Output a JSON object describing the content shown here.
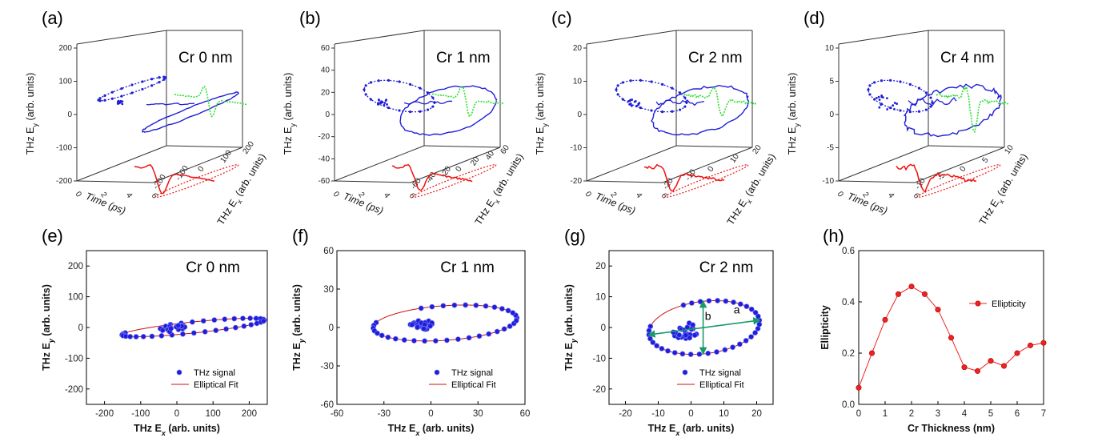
{
  "panel_labels": [
    "(a)",
    "(b)",
    "(c)",
    "(d)",
    "(e)",
    "(f)",
    "(g)",
    "(h)"
  ],
  "colors": {
    "signal": "#1f1fd8",
    "green": "#2fe02f",
    "red": "#ee1111",
    "fit": "#cc1111",
    "ellipse_arrows": "#1a9a6a",
    "ellipticity": "#ee2222"
  },
  "chart_data": [
    {
      "type": "line3d",
      "panel": "(a)",
      "annotation": "Cr 0 nm",
      "xlabel": "Time (ps)",
      "ylabel": "THz E_y (arb. units)",
      "zlabel": "THz E_x (arb. units)",
      "time_ticks": [
        "0",
        "2",
        "4",
        "6"
      ],
      "ex_ticks": [
        "200",
        "100",
        "0",
        "-100",
        "-200"
      ],
      "ey_ticks": [
        "200",
        "100",
        "0",
        "-100",
        "-200"
      ],
      "xlim": [
        0,
        6
      ],
      "ylim": [
        -220,
        220
      ],
      "zlim": [
        -220,
        220
      ],
      "ellipse": {
        "a": 210,
        "b": 30,
        "tilt_deg": 8,
        "cx": 40,
        "cy": 0
      }
    },
    {
      "type": "line3d",
      "panel": "(b)",
      "annotation": "Cr 1 nm",
      "xlabel": "Time (ps)",
      "ylabel": "THz E_y (arb. units)",
      "zlabel": "THz E_x (arb. units)",
      "time_ticks": [
        "0",
        "2",
        "4",
        "6"
      ],
      "ex_ticks": [
        "60",
        "40",
        "20",
        "0",
        "-20",
        "-40",
        "-60"
      ],
      "ey_ticks": [
        "60",
        "40",
        "20",
        "0",
        "-20",
        "-40",
        "-60"
      ],
      "xlim": [
        0,
        6
      ],
      "ylim": [
        -60,
        60
      ],
      "zlim": [
        -60,
        60
      ],
      "ellipse": {
        "a": 45,
        "b": 18,
        "tilt_deg": 5,
        "cx": 10,
        "cy": 2
      }
    },
    {
      "type": "line3d",
      "panel": "(c)",
      "annotation": "Cr 2 nm",
      "xlabel": "Time (ps)",
      "ylabel": "THz E_y (arb. units)",
      "zlabel": "THz E_x (arb. units)",
      "time_ticks": [
        "0",
        "2",
        "4",
        "6"
      ],
      "ex_ticks": [
        "20",
        "10",
        "0",
        "-10",
        "-20"
      ],
      "ey_ticks": [
        "20",
        "10",
        "0",
        "-10",
        "-20"
      ],
      "xlim": [
        0,
        6
      ],
      "ylim": [
        -20,
        20
      ],
      "zlim": [
        -20,
        20
      ],
      "ellipse": {
        "a": 17,
        "b": 8,
        "tilt_deg": 5,
        "cx": 4,
        "cy": 1
      }
    },
    {
      "type": "line3d",
      "panel": "(d)",
      "annotation": "Cr 4 nm",
      "xlabel": "Time (ps)",
      "ylabel": "THz E_y (arb. units)",
      "zlabel": "THz E_x (arb. units)",
      "time_ticks": [
        "0",
        "2",
        "4",
        "6"
      ],
      "ex_ticks": [
        "10",
        "5",
        "0",
        "-5",
        "-10"
      ],
      "ey_ticks": [
        "10",
        "5",
        "0",
        "-5",
        "-10"
      ],
      "xlim": [
        0,
        6
      ],
      "ylim": [
        -10,
        10
      ],
      "zlim": [
        -10,
        10
      ],
      "ellipse": {
        "a": 7,
        "b": 3,
        "tilt_deg": 10,
        "cx": 1,
        "cy": 0
      }
    },
    {
      "type": "scatter",
      "panel": "(e)",
      "annotation": "Cr 0 nm",
      "xlabel": "THz E",
      "xsub": "x",
      "ylabel": "THz E",
      "ysub": "y",
      "unit": "(arb. units)",
      "xlim": [
        -250,
        250
      ],
      "ylim": [
        -250,
        250
      ],
      "xticks": [
        -200,
        -100,
        0,
        100,
        200
      ],
      "yticks": [
        -200,
        -100,
        0,
        100,
        200
      ],
      "legend": [
        "THz signal",
        "Elliptical Fit"
      ],
      "ellipse": {
        "cx": 45,
        "cy": 0,
        "a": 198,
        "b": 18,
        "tilt_deg": 7
      },
      "inner_cluster": {
        "cx": -10,
        "cy": -2,
        "rx": 40,
        "ry": 12
      }
    },
    {
      "type": "scatter",
      "panel": "(f)",
      "annotation": "Cr 1 nm",
      "xlabel": "THz E",
      "xsub": "x",
      "ylabel": "THz E",
      "ysub": "y",
      "unit": "(arb. units)",
      "xlim": [
        -60,
        60
      ],
      "ylim": [
        -60,
        60
      ],
      "xticks": [
        -60,
        -30,
        0,
        30,
        60
      ],
      "yticks": [
        -60,
        -30,
        0,
        30,
        60
      ],
      "legend": [
        "THz signal",
        "Elliptical Fit"
      ],
      "ellipse": {
        "cx": 9,
        "cy": 3.5,
        "a": 46,
        "b": 13.5,
        "tilt_deg": 5
      },
      "inner_cluster": {
        "cx": -6,
        "cy": 2,
        "rx": 8,
        "ry": 5
      }
    },
    {
      "type": "scatter",
      "panel": "(g)",
      "annotation": "Cr 2 nm",
      "xlabel": "THz E",
      "xsub": "x",
      "ylabel": "THz E",
      "ysub": "y",
      "unit": "(arb. units)",
      "xlim": [
        -25,
        25
      ],
      "ylim": [
        -25,
        25
      ],
      "xticks": [
        -20,
        -10,
        0,
        10,
        20
      ],
      "yticks": [
        -20,
        -10,
        0,
        10,
        20
      ],
      "legend": [
        "THz signal",
        "Elliptical Fit"
      ],
      "ellipse": {
        "cx": 4,
        "cy": 0,
        "a": 17,
        "b": 8.5,
        "tilt_deg": 8
      },
      "inner_cluster": {
        "cx": -2,
        "cy": -1,
        "rx": 4,
        "ry": 3
      },
      "axis_labels_ab": [
        "a",
        "b"
      ]
    },
    {
      "type": "line",
      "panel": "(h)",
      "xlabel": "Cr Thickness (nm)",
      "ylabel": "Ellipticity",
      "xlim": [
        0,
        7
      ],
      "ylim": [
        0,
        0.6
      ],
      "xticks": [
        0,
        1,
        2,
        3,
        4,
        5,
        6,
        7
      ],
      "yticks": [
        0.0,
        0.2,
        0.4,
        0.6
      ],
      "yticklabels": [
        "0.0",
        "0.2",
        "0.4",
        "0.6"
      ],
      "legend": [
        "Ellipticity"
      ],
      "x": [
        0,
        0.5,
        1,
        1.5,
        2,
        2.5,
        3,
        3.5,
        4,
        4.5,
        5,
        5.5,
        6,
        6.5,
        7
      ],
      "y": [
        0.065,
        0.2,
        0.33,
        0.43,
        0.46,
        0.43,
        0.37,
        0.26,
        0.145,
        0.13,
        0.17,
        0.15,
        0.2,
        0.23,
        0.24
      ]
    }
  ]
}
